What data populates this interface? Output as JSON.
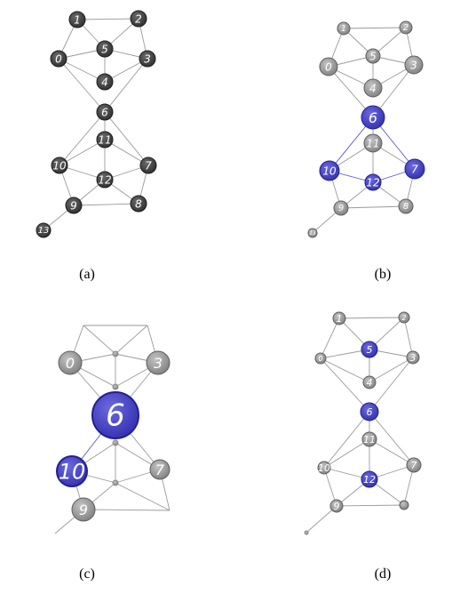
{
  "panels": [
    {
      "caption": "(a)",
      "nodes": [
        {
          "id": "0",
          "label": "0",
          "style": "dark"
        },
        {
          "id": "1",
          "label": "1",
          "style": "dark"
        },
        {
          "id": "2",
          "label": "2",
          "style": "dark"
        },
        {
          "id": "3",
          "label": "3",
          "style": "dark"
        },
        {
          "id": "4",
          "label": "4",
          "style": "dark"
        },
        {
          "id": "5",
          "label": "5",
          "style": "dark"
        },
        {
          "id": "6",
          "label": "6",
          "style": "dark"
        },
        {
          "id": "7",
          "label": "7",
          "style": "dark"
        },
        {
          "id": "8",
          "label": "8",
          "style": "dark"
        },
        {
          "id": "9",
          "label": "9",
          "style": "dark"
        },
        {
          "id": "10",
          "label": "10",
          "style": "dark"
        },
        {
          "id": "11",
          "label": "11",
          "style": "dark"
        },
        {
          "id": "12",
          "label": "12",
          "style": "dark"
        },
        {
          "id": "13",
          "label": "13",
          "style": "dark"
        }
      ],
      "edges": [
        [
          "1",
          "2"
        ],
        [
          "1",
          "0"
        ],
        [
          "1",
          "5"
        ],
        [
          "2",
          "5"
        ],
        [
          "2",
          "3"
        ],
        [
          "0",
          "5"
        ],
        [
          "5",
          "3"
        ],
        [
          "0",
          "4"
        ],
        [
          "5",
          "4"
        ],
        [
          "4",
          "3"
        ],
        [
          "0",
          "6"
        ],
        [
          "3",
          "6"
        ],
        [
          "6",
          "11"
        ],
        [
          "6",
          "10"
        ],
        [
          "6",
          "7"
        ],
        [
          "11",
          "10"
        ],
        [
          "11",
          "12"
        ],
        [
          "11",
          "7"
        ],
        [
          "10",
          "12"
        ],
        [
          "12",
          "7"
        ],
        [
          "10",
          "9"
        ],
        [
          "9",
          "12"
        ],
        [
          "12",
          "8"
        ],
        [
          "9",
          "8"
        ],
        [
          "7",
          "8"
        ],
        [
          "9",
          "13"
        ]
      ]
    },
    {
      "caption": "(b)",
      "nodes": [
        {
          "id": "0",
          "label": "0",
          "style": "gray"
        },
        {
          "id": "1",
          "label": "1",
          "style": "gray"
        },
        {
          "id": "2",
          "label": "2",
          "style": "gray"
        },
        {
          "id": "3",
          "label": "3",
          "style": "gray"
        },
        {
          "id": "4",
          "label": "4",
          "style": "gray"
        },
        {
          "id": "5",
          "label": "5",
          "style": "gray"
        },
        {
          "id": "6",
          "label": "6",
          "style": "blue"
        },
        {
          "id": "7",
          "label": "7",
          "style": "blue"
        },
        {
          "id": "8",
          "label": "8",
          "style": "gray"
        },
        {
          "id": "9",
          "label": "9",
          "style": "gray"
        },
        {
          "id": "10",
          "label": "10",
          "style": "blue"
        },
        {
          "id": "11",
          "label": "11",
          "style": "gray"
        },
        {
          "id": "12",
          "label": "12",
          "style": "blue"
        },
        {
          "id": "13",
          "label": "13",
          "style": "gray"
        }
      ],
      "edges": [
        [
          "1",
          "2"
        ],
        [
          "1",
          "0"
        ],
        [
          "1",
          "5"
        ],
        [
          "2",
          "5"
        ],
        [
          "2",
          "3"
        ],
        [
          "0",
          "5"
        ],
        [
          "5",
          "3"
        ],
        [
          "0",
          "4"
        ],
        [
          "5",
          "4"
        ],
        [
          "4",
          "3"
        ],
        [
          "0",
          "6"
        ],
        [
          "3",
          "6"
        ],
        [
          "6",
          "11"
        ],
        [
          "6",
          "10",
          "hl"
        ],
        [
          "6",
          "7",
          "hl"
        ],
        [
          "11",
          "10"
        ],
        [
          "11",
          "12"
        ],
        [
          "11",
          "7"
        ],
        [
          "10",
          "12",
          "hl"
        ],
        [
          "12",
          "7",
          "hl"
        ],
        [
          "10",
          "9"
        ],
        [
          "9",
          "12"
        ],
        [
          "12",
          "8"
        ],
        [
          "9",
          "8"
        ],
        [
          "7",
          "8"
        ],
        [
          "9",
          "13"
        ]
      ]
    },
    {
      "caption": "(c)",
      "nodes": [
        {
          "id": "0",
          "label": "0",
          "style": "gray"
        },
        {
          "id": "3",
          "label": "3",
          "style": "gray"
        },
        {
          "id": "6",
          "label": "6",
          "style": "blue"
        },
        {
          "id": "7",
          "label": "7",
          "style": "gray"
        },
        {
          "id": "9",
          "label": "9",
          "style": "gray"
        },
        {
          "id": "10",
          "label": "10",
          "style": "blue"
        },
        {
          "id": "d1",
          "label": "",
          "style": "dot"
        },
        {
          "id": "d2",
          "label": "",
          "style": "dot"
        },
        {
          "id": "d3",
          "label": "",
          "style": "dot"
        },
        {
          "id": "d4",
          "label": "",
          "style": "dot"
        }
      ],
      "edges": [
        [
          "t1",
          "t2"
        ],
        [
          "t1",
          "0"
        ],
        [
          "t2",
          "3"
        ],
        [
          "t1",
          "d1"
        ],
        [
          "t2",
          "d1"
        ],
        [
          "0",
          "d1"
        ],
        [
          "d1",
          "3"
        ],
        [
          "d1",
          "d2"
        ],
        [
          "0",
          "d2"
        ],
        [
          "d2",
          "3"
        ],
        [
          "0",
          "6"
        ],
        [
          "3",
          "6"
        ],
        [
          "6",
          "d3"
        ],
        [
          "6",
          "10",
          "hl"
        ],
        [
          "6",
          "7"
        ],
        [
          "d3",
          "10"
        ],
        [
          "d3",
          "d4"
        ],
        [
          "d3",
          "7"
        ],
        [
          "10",
          "d4"
        ],
        [
          "d4",
          "7"
        ],
        [
          "10",
          "9"
        ],
        [
          "9",
          "d4"
        ],
        [
          "d4",
          "b1"
        ],
        [
          "9",
          "b1"
        ],
        [
          "7",
          "b1"
        ],
        [
          "9",
          "tail"
        ]
      ]
    },
    {
      "caption": "(d)",
      "nodes": [
        {
          "id": "0",
          "label": "0",
          "style": "gray"
        },
        {
          "id": "1",
          "label": "1",
          "style": "gray"
        },
        {
          "id": "2",
          "label": "2",
          "style": "gray"
        },
        {
          "id": "3",
          "label": "3",
          "style": "gray"
        },
        {
          "id": "4",
          "label": "4",
          "style": "gray"
        },
        {
          "id": "5",
          "label": "5",
          "style": "blue"
        },
        {
          "id": "6",
          "label": "6",
          "style": "blue"
        },
        {
          "id": "7",
          "label": "7",
          "style": "gray"
        },
        {
          "id": "8",
          "label": "",
          "style": "gray"
        },
        {
          "id": "9",
          "label": "9",
          "style": "gray"
        },
        {
          "id": "10",
          "label": "10",
          "style": "gray"
        },
        {
          "id": "11",
          "label": "11",
          "style": "gray"
        },
        {
          "id": "12",
          "label": "12",
          "style": "blue"
        },
        {
          "id": "13",
          "label": "",
          "style": "dot"
        }
      ],
      "edges": [
        [
          "1",
          "2"
        ],
        [
          "1",
          "0"
        ],
        [
          "1",
          "5"
        ],
        [
          "2",
          "5"
        ],
        [
          "2",
          "3"
        ],
        [
          "0",
          "5"
        ],
        [
          "5",
          "3"
        ],
        [
          "0",
          "4"
        ],
        [
          "5",
          "4"
        ],
        [
          "4",
          "3"
        ],
        [
          "0",
          "6"
        ],
        [
          "3",
          "6"
        ],
        [
          "6",
          "11"
        ],
        [
          "6",
          "10"
        ],
        [
          "6",
          "7"
        ],
        [
          "11",
          "10"
        ],
        [
          "11",
          "12"
        ],
        [
          "11",
          "7"
        ],
        [
          "10",
          "12"
        ],
        [
          "12",
          "7"
        ],
        [
          "10",
          "9"
        ],
        [
          "9",
          "12"
        ],
        [
          "12",
          "8"
        ],
        [
          "9",
          "8"
        ],
        [
          "7",
          "8"
        ],
        [
          "9",
          "13"
        ]
      ]
    }
  ],
  "colors": {
    "dark_fill": "#404040",
    "dark_stroke": "#1e1e1e",
    "gray_fill": "#8c8c8c",
    "gray_stroke": "#5e5e5e",
    "blue_fill": "#3f3cc4",
    "blue_stroke": "#23208f",
    "edge": "#9a9a9a",
    "edge_highlight": "#5a56c8"
  }
}
